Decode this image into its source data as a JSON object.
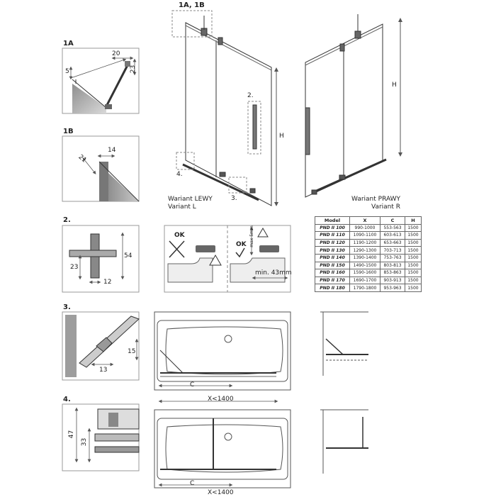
{
  "labels": {
    "top": "1A, 1B",
    "d1a": "1A",
    "d1b": "1B",
    "d2": "2.",
    "d3": "3.",
    "d4": "4.",
    "call2": "2.",
    "call3": "3.",
    "call4": "4."
  },
  "left_variant": {
    "line1": "Wariant LEWY",
    "line2": "Variant L",
    "height": "H"
  },
  "right_variant": {
    "line1": "Wariant PRAWY",
    "line2": "Variant R",
    "height": "H"
  },
  "detail_1a": {
    "d20": "20",
    "d23": "23",
    "d5": "5"
  },
  "detail_1b": {
    "d14": "14",
    "d21": "21"
  },
  "detail_2": {
    "d54": "54",
    "d23": "23",
    "d12": "12"
  },
  "detail_3": {
    "d15": "15",
    "d13": "13"
  },
  "detail_4": {
    "d47": "47",
    "d33": "33"
  },
  "install": {
    "ok1": "OK",
    "ok2": "OK",
    "max": "max 5mm",
    "min": "min. 43mm"
  },
  "plans": {
    "c": "C",
    "x": "X<1400"
  },
  "table": {
    "headers": [
      "Model",
      "X",
      "C",
      "H"
    ],
    "rows": [
      [
        "PND II 100",
        "990-1000",
        "553-563",
        "1500"
      ],
      [
        "PND II 110",
        "1090-1100",
        "603-613",
        "1500"
      ],
      [
        "PND II 120",
        "1190-1200",
        "653-663",
        "1500"
      ],
      [
        "PND II 130",
        "1290-1300",
        "703-713",
        "1500"
      ],
      [
        "PND II 140",
        "1390-1400",
        "753-763",
        "1500"
      ],
      [
        "PND II 150",
        "1490-1500",
        "803-813",
        "1500"
      ],
      [
        "PND II 160",
        "1590-1600",
        "853-863",
        "1500"
      ],
      [
        "PND II 170",
        "1690-1700",
        "903-913",
        "1500"
      ],
      [
        "PND II 180",
        "1790-1800",
        "953-963",
        "1500"
      ]
    ]
  },
  "colors": {
    "line": "#333333",
    "dim": "#555555",
    "frame": "#999999",
    "shade": "#9a9a9a"
  }
}
